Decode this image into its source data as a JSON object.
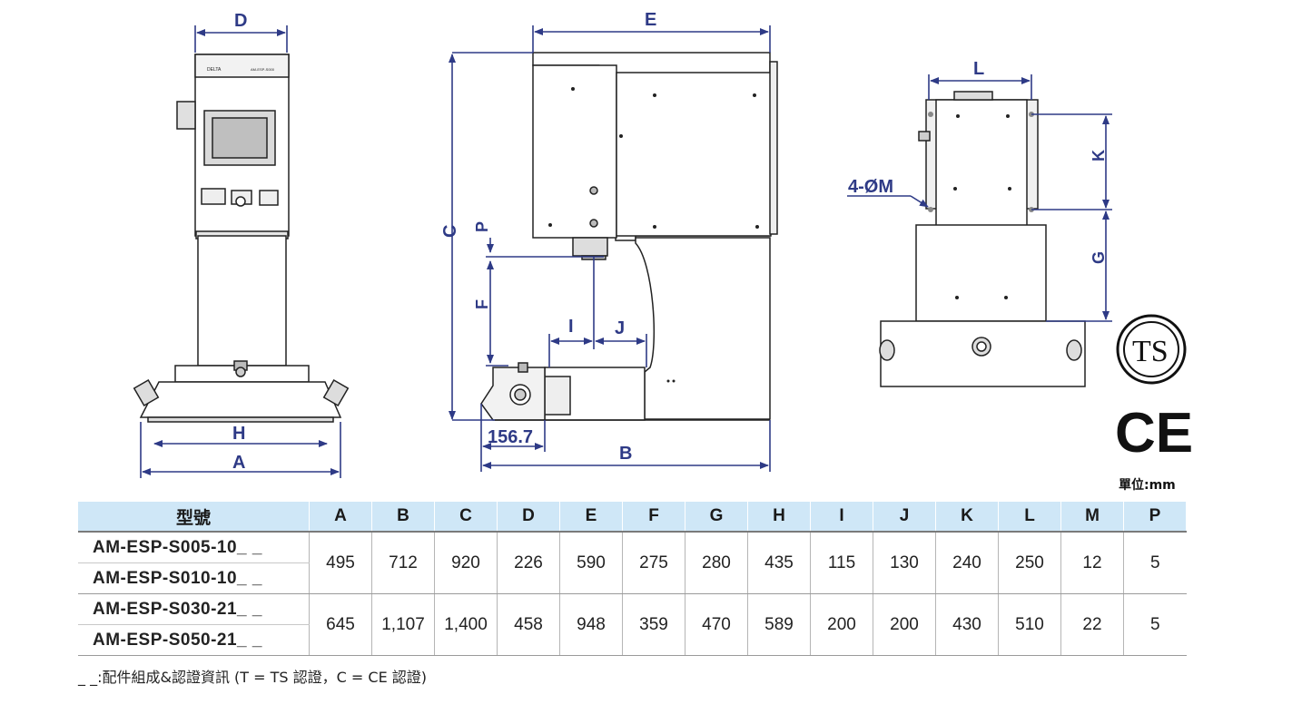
{
  "dimension_labels": {
    "A": "A",
    "B": "B",
    "C": "C",
    "D": "D",
    "E": "E",
    "F": "F",
    "G": "G",
    "H": "H",
    "I": "I",
    "J": "J",
    "K": "K",
    "L": "L",
    "P": "P",
    "hole": "4-ØM",
    "offset": "156.7"
  },
  "front_view": {
    "brand": "DELTA",
    "model_plate": "AM-ESP-S000"
  },
  "certifications": {
    "ts": "TS",
    "ce": "CE"
  },
  "unit": "單位:mm",
  "table": {
    "model_header": "型號",
    "columns": [
      "A",
      "B",
      "C",
      "D",
      "E",
      "F",
      "G",
      "H",
      "I",
      "J",
      "K",
      "L",
      "M",
      "P"
    ],
    "groups": [
      {
        "models": [
          "AM-ESP-S005-10_ _",
          "AM-ESP-S010-10_ _"
        ],
        "values": [
          "495",
          "712",
          "920",
          "226",
          "590",
          "275",
          "280",
          "435",
          "115",
          "130",
          "240",
          "250",
          "12",
          "5"
        ]
      },
      {
        "models": [
          "AM-ESP-S030-21_ _",
          "AM-ESP-S050-21_ _"
        ],
        "values": [
          "645",
          "1,107",
          "1,400",
          "458",
          "948",
          "359",
          "470",
          "589",
          "200",
          "200",
          "430",
          "510",
          "22",
          "5"
        ]
      }
    ]
  },
  "footnote": "_ _:配件組成&認證資訊 (T = TS 認證，C = CE 認證)"
}
